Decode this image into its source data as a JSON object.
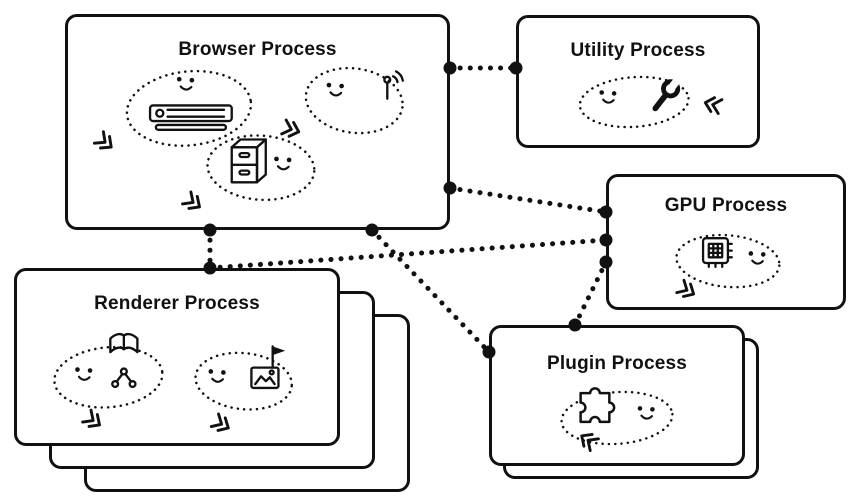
{
  "colors": {
    "ink": "#111111",
    "background": "#ffffff"
  },
  "nodes": {
    "browser": {
      "title": "Browser Process",
      "icons": [
        "browser-toolbar-icon",
        "file-cabinet-icon",
        "antenna-icon"
      ]
    },
    "utility": {
      "title": "Utility Process",
      "icons": [
        "wrench-icon"
      ]
    },
    "gpu": {
      "title": "GPU Process",
      "icons": [
        "gpu-chip-icon"
      ]
    },
    "renderer": {
      "title": "Renderer Process",
      "icons": [
        "book-icon",
        "dom-tree-icon",
        "picture-frame-icon",
        "flag-icon"
      ],
      "instances": 3
    },
    "plugin": {
      "title": "Plugin Process",
      "icons": [
        "puzzle-piece-icon"
      ],
      "instances": 2
    }
  },
  "connections": [
    {
      "from": "browser",
      "to": "utility"
    },
    {
      "from": "browser",
      "to": "gpu"
    },
    {
      "from": "browser",
      "to": "renderer"
    },
    {
      "from": "browser",
      "to": "plugin"
    },
    {
      "from": "renderer",
      "to": "gpu"
    },
    {
      "from": "plugin",
      "to": "gpu"
    }
  ]
}
